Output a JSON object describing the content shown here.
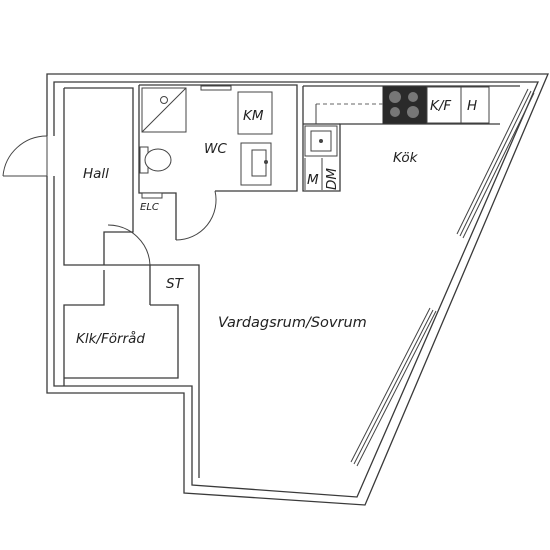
{
  "rooms": {
    "hall": "Hall",
    "wc": "WC",
    "kok": "Kök",
    "klk_forrad": "Klk/Förråd",
    "vardagsrum_sovrum": "Vardagsrum/Sovrum"
  },
  "fixtures": {
    "km": "KM",
    "kf": "K/F",
    "h": "H",
    "m": "M",
    "dm": "DM",
    "st": "ST",
    "elc": "ELC"
  },
  "colors": {
    "walls": "#3a3a3a",
    "stove": "#2a2a2a",
    "background": "#ffffff"
  }
}
